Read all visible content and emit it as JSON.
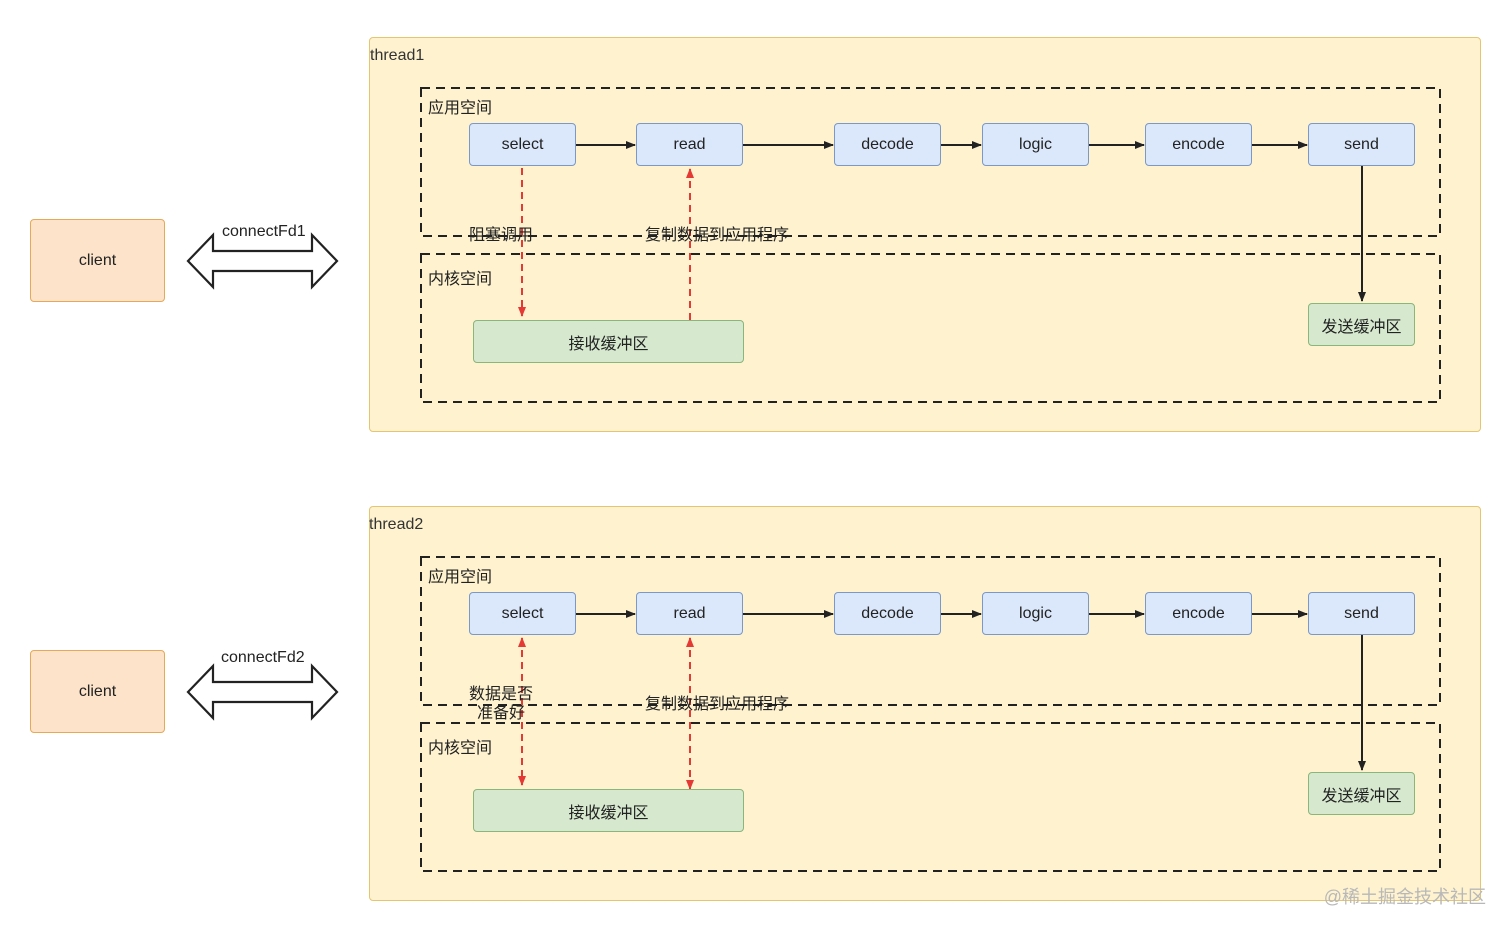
{
  "left": {
    "client1": "client",
    "client2": "client",
    "conn1": "connectFd1",
    "conn2": "connectFd2"
  },
  "thread1": {
    "title": "thread1",
    "app_space": "应用空间",
    "kernel_space": "内核空间",
    "steps": [
      "select",
      "read",
      "decode",
      "logic",
      "encode",
      "send"
    ],
    "recv_buffer": "接收缓冲区",
    "send_buffer": "发送缓冲区",
    "label_block": "阻塞调用",
    "label_copy": "复制数据到应用程序"
  },
  "thread2": {
    "title": "thread2",
    "app_space": "应用空间",
    "kernel_space": "内核空间",
    "steps": [
      "select",
      "read",
      "decode",
      "logic",
      "encode",
      "send"
    ],
    "recv_buffer": "接收缓冲区",
    "send_buffer": "发送缓冲区",
    "label_ready_1": "数据是否",
    "label_ready_2": "准备好",
    "label_copy": "复制数据到应用程序"
  },
  "watermark": "@稀土掘金技术社区",
  "colors": {
    "client_fill": "#fde3c9",
    "thread_fill": "#fef2cf",
    "step_fill": "#dbe8fb",
    "buffer_fill": "#d6e9cf",
    "dashed_arrow": "#e53935"
  }
}
